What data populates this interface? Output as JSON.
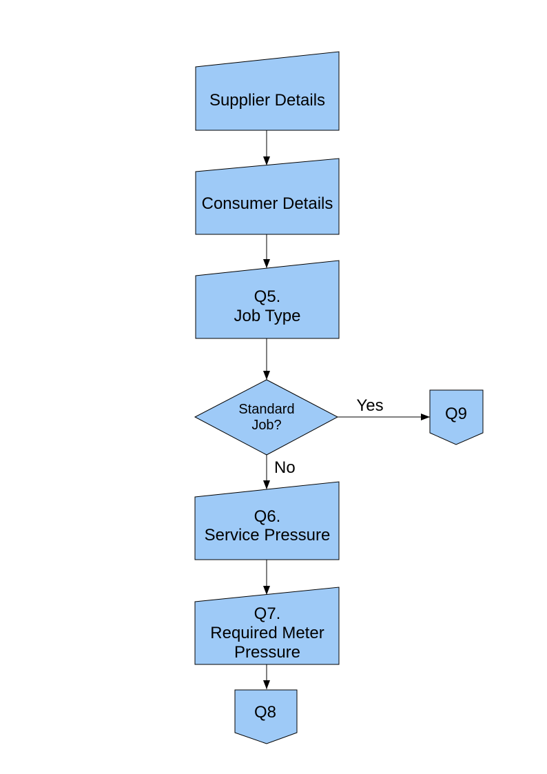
{
  "colors": {
    "node_fill": "#9ECAF7",
    "node_border": "#000000",
    "connector": "#000000",
    "page_background": "#FFFFFF"
  },
  "nodes": {
    "supplier": {
      "type": "manual-input",
      "label": "Supplier Details"
    },
    "consumer": {
      "type": "manual-input",
      "label": "Consumer Details"
    },
    "q5": {
      "type": "manual-input",
      "lines": [
        "Q5.",
        "Job Type"
      ]
    },
    "standard_job": {
      "type": "decision",
      "lines": [
        "Standard",
        "Job?"
      ]
    },
    "q9": {
      "type": "off-page-connector",
      "label": "Q9"
    },
    "q6": {
      "type": "manual-input",
      "lines": [
        "Q6.",
        "Service Pressure"
      ]
    },
    "q7": {
      "type": "manual-input",
      "lines": [
        "Q7.",
        "Required Meter",
        "Pressure"
      ]
    },
    "q8": {
      "type": "off-page-connector",
      "label": "Q8"
    }
  },
  "edge_labels": {
    "yes": "Yes",
    "no": "No"
  }
}
